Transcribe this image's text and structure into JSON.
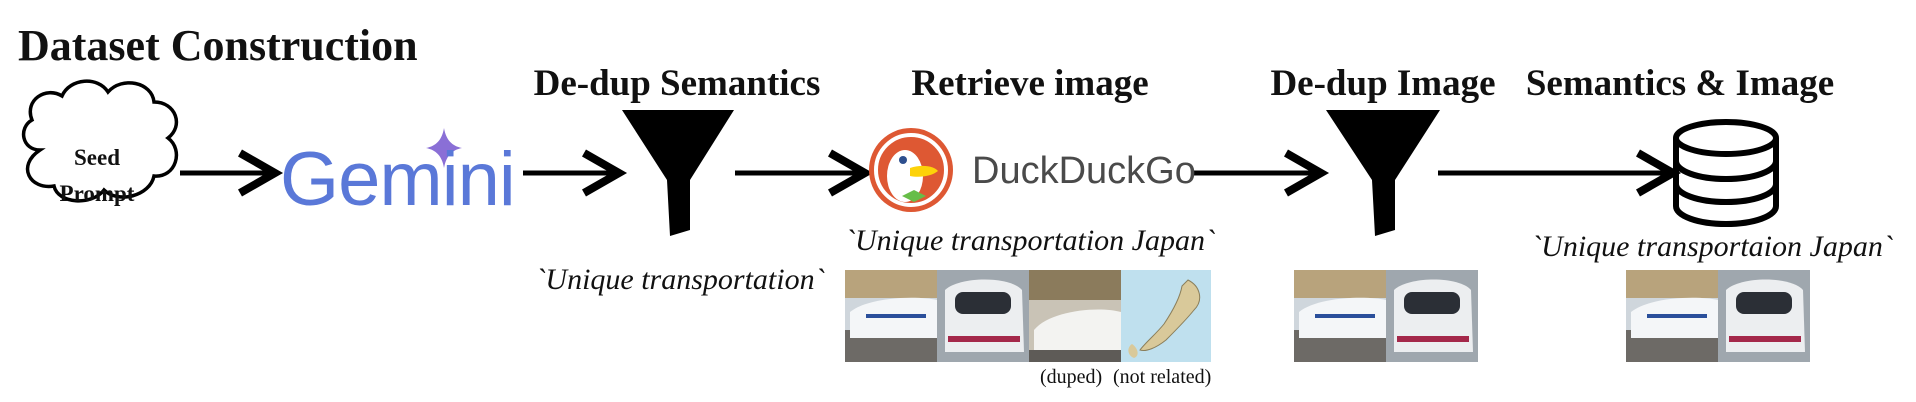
{
  "title": "Dataset Construction",
  "seed": {
    "line1": "Seed",
    "line2": "Prompt"
  },
  "gemini": {
    "wordmark": "Gemini",
    "sparkle_color": "#8a6fd6",
    "gradient": [
      "#3f7ce0",
      "#7c6ad8",
      "#c06a8e"
    ]
  },
  "stages": {
    "dedup_semantics": "De-dup Semantics",
    "retrieve": "Retrieve image",
    "dedup_image": "De-dup Image",
    "final": "Semantics & Image"
  },
  "duckduckgo": {
    "wordmark": "DuckDuckGo",
    "brand_color": "#de5833"
  },
  "queries": {
    "semantics": "`Unique transportation`",
    "retrieve": "`Unique transportation Japan`",
    "final": "`Unique transportaion Japan`"
  },
  "notes": {
    "duped": "(duped)",
    "not_related": "(not related)"
  },
  "icons": [
    "cloud-icon",
    "gemini-logo",
    "funnel-icon",
    "duckduckgo-logo",
    "database-icon",
    "arrow-icon"
  ],
  "colors": {
    "ink": "#111111",
    "arrow": "#000000"
  }
}
